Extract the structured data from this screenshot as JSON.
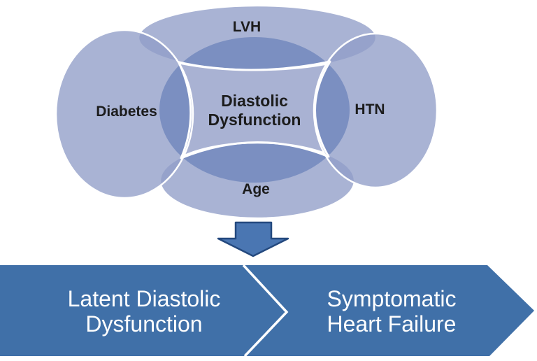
{
  "figure": {
    "venn": {
      "label_top": "LVH",
      "label_left": "Diabetes",
      "label_right": "HTN",
      "label_bottom": "Age",
      "center_line1": "Diastolic",
      "center_line2": "Dysfunction"
    },
    "flow": {
      "stage1_line1": "Latent Diastolic",
      "stage1_line2": "Dysfunction",
      "stage2_line1": "Symptomatic",
      "stage2_line2": "Heart Failure"
    },
    "colors": {
      "core_dark": "#2d5da8",
      "ellipse_fill": "#919dc8",
      "ellipse_light_rendered": "#a9b3d5",
      "overlap_rendered": "#7b8fc1",
      "center_fill": "#a9b2d3",
      "outline_white": "#ffffff",
      "label_text": "#1c1c1c",
      "down_arrow_fill": "#4a76b2",
      "down_arrow_border": "#24497e",
      "banner_blue": "#4070a8",
      "banner_text": "#ffffff"
    }
  }
}
